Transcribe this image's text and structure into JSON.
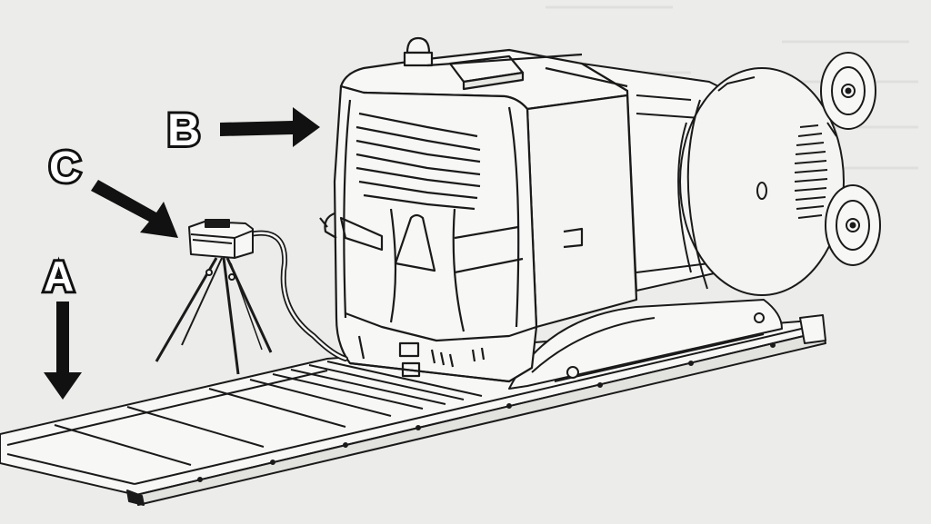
{
  "figure": {
    "labels": {
      "a": "A",
      "b": "B",
      "c": "C"
    },
    "callouts": [
      {
        "label": "A",
        "part": "rail-track-frame"
      },
      {
        "label": "B",
        "part": "power-unit-housing"
      },
      {
        "label": "C",
        "part": "tripod-control-box"
      }
    ],
    "colors": {
      "paper": "#ececea",
      "ink": "#111111",
      "line": "#1a1a1a",
      "fill": "#f7f7f5"
    }
  }
}
